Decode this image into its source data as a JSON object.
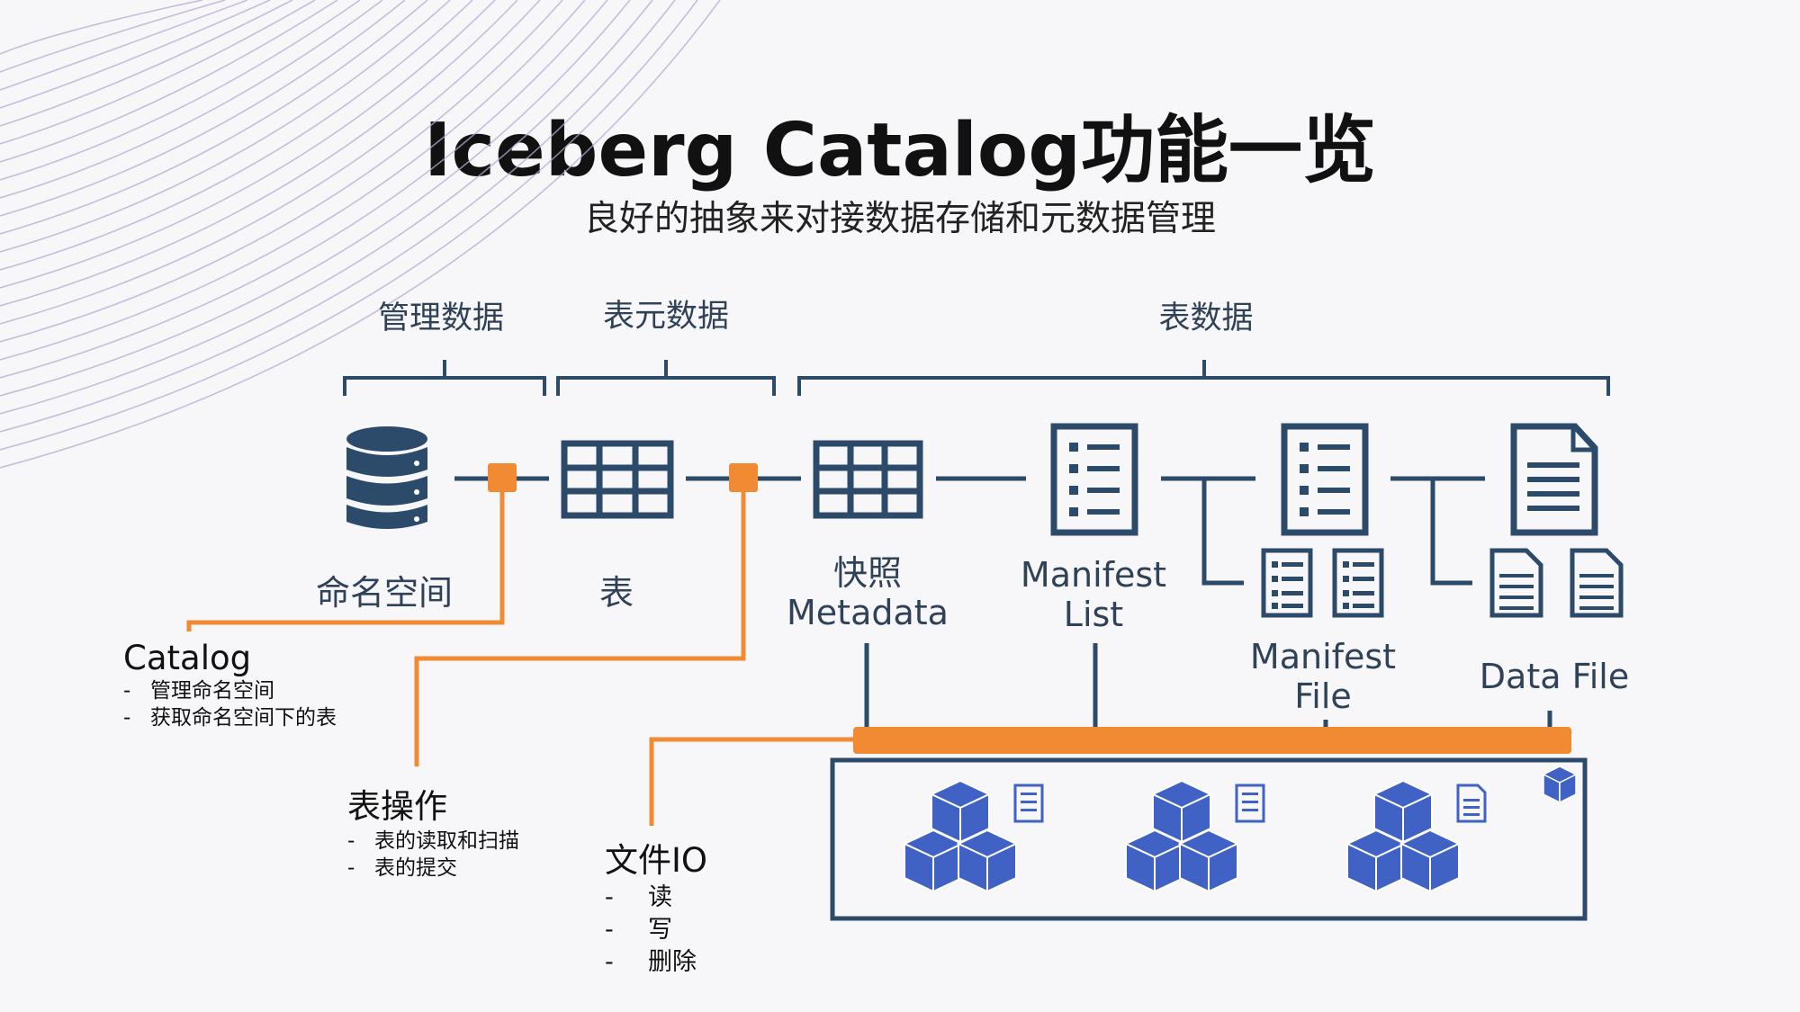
{
  "title": "Iceberg Catalog功能一览",
  "subtitle": "良好的抽象来对接数据存储和元数据管理",
  "groups": {
    "management": "管理数据",
    "table_meta": "表元数据",
    "table_data": "表数据"
  },
  "nodes": {
    "namespace": "命名空间",
    "table": "表",
    "snapshot_line1": "快照",
    "snapshot_line2": "Metadata",
    "manifest_list_line1": "Manifest",
    "manifest_list_line2": "List",
    "manifest_file_line1": "Manifest",
    "manifest_file_line2": "File",
    "data_file": "Data File"
  },
  "catalog": {
    "heading": "Catalog",
    "items": [
      "管理命名空间",
      "获取命名空间下的表"
    ]
  },
  "table_ops": {
    "heading": "表操作",
    "items": [
      "表的读取和扫描",
      "表的提交"
    ]
  },
  "file_io": {
    "heading": "文件IO",
    "items": [
      "读",
      "写",
      "删除"
    ]
  },
  "colors": {
    "accent": "#f08a33",
    "navy": "#2c4a6a",
    "storage_blue": "#3f62c4",
    "text": "#111111"
  },
  "icons": [
    "database-icon",
    "table-grid-icon",
    "list-document-icon",
    "document-icon",
    "storage-cubes-icon"
  ]
}
